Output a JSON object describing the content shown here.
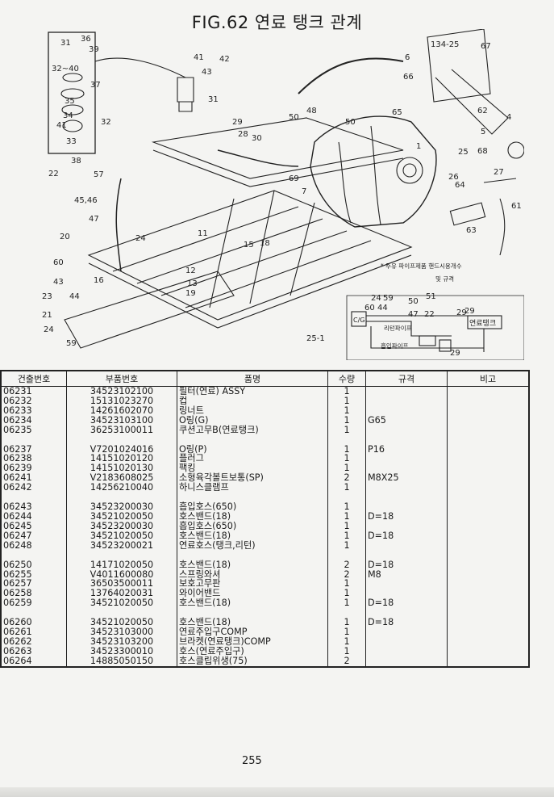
{
  "title": "FIG.62 연료 탱크 관계",
  "diagram": {
    "callouts": [
      "31",
      "36",
      "32~40",
      "39",
      "37",
      "35",
      "34",
      "41",
      "33",
      "32",
      "41",
      "42",
      "43",
      "31",
      "38",
      "22",
      "57",
      "45,46",
      "47",
      "20",
      "24",
      "60",
      "43",
      "16",
      "23",
      "44",
      "21",
      "24",
      "59",
      "12",
      "13",
      "19",
      "15",
      "18",
      "11",
      "69",
      "29",
      "28",
      "30",
      "50",
      "48",
      "50",
      "7",
      "1",
      "134-25",
      "67",
      "6",
      "66",
      "65",
      "62",
      "4",
      "5",
      "25",
      "68",
      "26",
      "64",
      "27",
      "61",
      "63",
      "24",
      "59",
      "60",
      "44",
      "50",
      "51",
      "47",
      "22",
      "29",
      "29",
      "25-1",
      "29"
    ],
    "note_line1": "* 주유 파이프제품 핸드시용개수",
    "note_line2": "및 규격",
    "schematic": {
      "cg_label": "C/G",
      "return_pipe_label": "리턴파이프",
      "suction_pipe_label": "흡입파이프",
      "fuel_tank_label": "연료탱크"
    }
  },
  "table": {
    "headers": [
      "건출번호",
      "부품번호",
      "품명",
      "수량",
      "규격",
      "비고"
    ],
    "groups": [
      [
        {
          "code": "06231",
          "part": "34523102100",
          "name": "필터(연료) ASSY",
          "qty": "1",
          "spec": ""
        },
        {
          "code": "06232",
          "part": "15131023270",
          "name": "컵",
          "qty": "1",
          "spec": ""
        },
        {
          "code": "06233",
          "part": "14261602070",
          "name": "링너트",
          "qty": "1",
          "spec": ""
        },
        {
          "code": "06234",
          "part": "34523103100",
          "name": "O링(G)",
          "qty": "1",
          "spec": "G65"
        },
        {
          "code": "06235",
          "part": "36253100011",
          "name": "쿠션고무B(연료탱크)",
          "qty": "1",
          "spec": ""
        }
      ],
      [
        {
          "code": "06237",
          "part": "V7201024016",
          "name": "O링(P)",
          "qty": "1",
          "spec": "P16"
        },
        {
          "code": "06238",
          "part": "14151020120",
          "name": "플러그",
          "qty": "1",
          "spec": ""
        },
        {
          "code": "06239",
          "part": "14151020130",
          "name": "팩킹",
          "qty": "1",
          "spec": ""
        },
        {
          "code": "06241",
          "part": "V2183608025",
          "name": "소형육각볼트보통(SP)",
          "qty": "2",
          "spec": "M8X25"
        },
        {
          "code": "06242",
          "part": "14256210040",
          "name": "하니스클램프",
          "qty": "1",
          "spec": ""
        }
      ],
      [
        {
          "code": "06243",
          "part": "34523200030",
          "name": "흡입호스(650)",
          "qty": "1",
          "spec": ""
        },
        {
          "code": "06244",
          "part": "34521020050",
          "name": "호스밴드(18)",
          "qty": "1",
          "spec": "D=18"
        },
        {
          "code": "06245",
          "part": "34523200030",
          "name": "흡입호스(650)",
          "qty": "1",
          "spec": ""
        },
        {
          "code": "06247",
          "part": "34521020050",
          "name": "호스밴드(18)",
          "qty": "1",
          "spec": "D=18"
        },
        {
          "code": "06248",
          "part": "34523200021",
          "name": "연료호스(탱크,리턴)",
          "qty": "1",
          "spec": ""
        }
      ],
      [
        {
          "code": "06250",
          "part": "14171020050",
          "name": "호스밴드(18)",
          "qty": "2",
          "spec": "D=18"
        },
        {
          "code": "06255",
          "part": "V4011600080",
          "name": "스프링와셔",
          "qty": "2",
          "spec": "M8"
        },
        {
          "code": "06257",
          "part": "36503500011",
          "name": "보호고무판",
          "qty": "1",
          "spec": ""
        },
        {
          "code": "06258",
          "part": "13764020031",
          "name": "와이어밴드",
          "qty": "1",
          "spec": ""
        },
        {
          "code": "06259",
          "part": "34521020050",
          "name": "호스밴드(18)",
          "qty": "1",
          "spec": "D=18"
        }
      ],
      [
        {
          "code": "06260",
          "part": "34521020050",
          "name": "호스밴드(18)",
          "qty": "1",
          "spec": "D=18"
        },
        {
          "code": "06261",
          "part": "34523103000",
          "name": "연료주입구COMP",
          "qty": "1",
          "spec": ""
        },
        {
          "code": "06262",
          "part": "34523103200",
          "name": "브라켓(연료탱크)COMP",
          "qty": "1",
          "spec": ""
        },
        {
          "code": "06263",
          "part": "34523300010",
          "name": "호스(연료주입구)",
          "qty": "1",
          "spec": ""
        },
        {
          "code": "06264",
          "part": "14885050150",
          "name": "호스클립위생(75)",
          "qty": "2",
          "spec": ""
        }
      ]
    ]
  },
  "page_number": "255"
}
